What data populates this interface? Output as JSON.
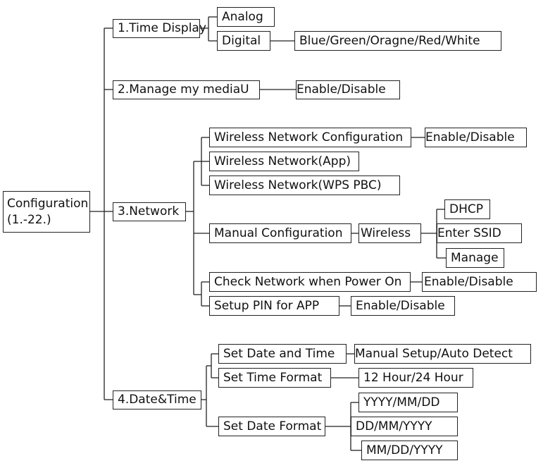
{
  "root": {
    "line1": "Configuration",
    "line2": "(1.-22.)"
  },
  "time_display": {
    "label": "1.Time Display",
    "analog": "Analog",
    "digital": "Digital",
    "digital_colors": "Blue/Green/Oragne/Red/White"
  },
  "manage_media": {
    "label": "2.Manage my mediaU",
    "option": "Enable/Disable"
  },
  "network": {
    "label": "3.Network",
    "wireless_config": "Wireless Network Configuration",
    "wireless_config_option": "Enable/Disable",
    "wireless_app": "Wireless Network(App)",
    "wireless_wps": "Wireless Network(WPS PBC)",
    "manual_config": "Manual Configuration",
    "wireless": "Wireless",
    "dhcp": "DHCP",
    "enter_ssid": "Enter SSID",
    "manage": "Manage",
    "check_network": "Check Network when Power On",
    "check_network_option": "Enable/Disable",
    "setup_pin": "Setup PIN for APP",
    "setup_pin_option": "Enable/Disable"
  },
  "date_time": {
    "label": "4.Date&Time",
    "set_date_time": "Set Date and Time",
    "set_date_time_option": "Manual Setup/Auto Detect",
    "set_time_format": "Set Time Format",
    "time_format_option": "12 Hour/24 Hour",
    "set_date_format": "Set Date Format",
    "format_ymd": "YYYY/MM/DD",
    "format_dmy": "DD/MM/YYYY",
    "format_mdy": "MM/DD/YYYY"
  }
}
